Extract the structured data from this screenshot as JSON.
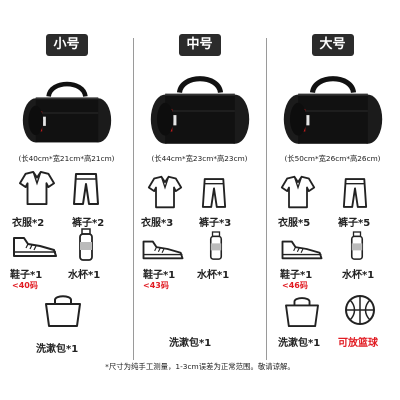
{
  "columns": [
    {
      "size": "小号",
      "dims": "(长40cm*宽21cm*高21cm)",
      "clothes": "衣服*2",
      "pants": "裤子*2",
      "shoes": "鞋子*1",
      "shoe_size": "40码",
      "cup": "水杯*1",
      "washbag": "洗漱包*1"
    },
    {
      "size": "中号",
      "dims": "(长44cm*宽23cm*高23cm)",
      "clothes": "衣服*3",
      "pants": "裤子*3",
      "shoes": "鞋子*1",
      "shoe_size": "43码",
      "cup": "水杯*1",
      "washbag": "洗漱包*1"
    },
    {
      "size": "大号",
      "dims": "(长50cm*宽26cm*高26cm)",
      "clothes": "衣服*5",
      "pants": "裤子*5",
      "shoes": "鞋子*1",
      "shoe_size": "46码",
      "cup": "水杯*1",
      "washbag": "洗漱包*1",
      "basketball": "可放篮球"
    }
  ],
  "footnote": "*尺寸为纯手工测量，1-3cm误差为正常范围。敬请谅解。",
  "colors": {
    "accent": "#e11b22",
    "tag_bg": "#2b2b2b",
    "bag": "#111111"
  },
  "icons": [
    "shirt-icon",
    "pants-icon",
    "shoe-icon",
    "bottle-icon",
    "washbag-icon",
    "basketball-icon",
    "bag-image"
  ]
}
